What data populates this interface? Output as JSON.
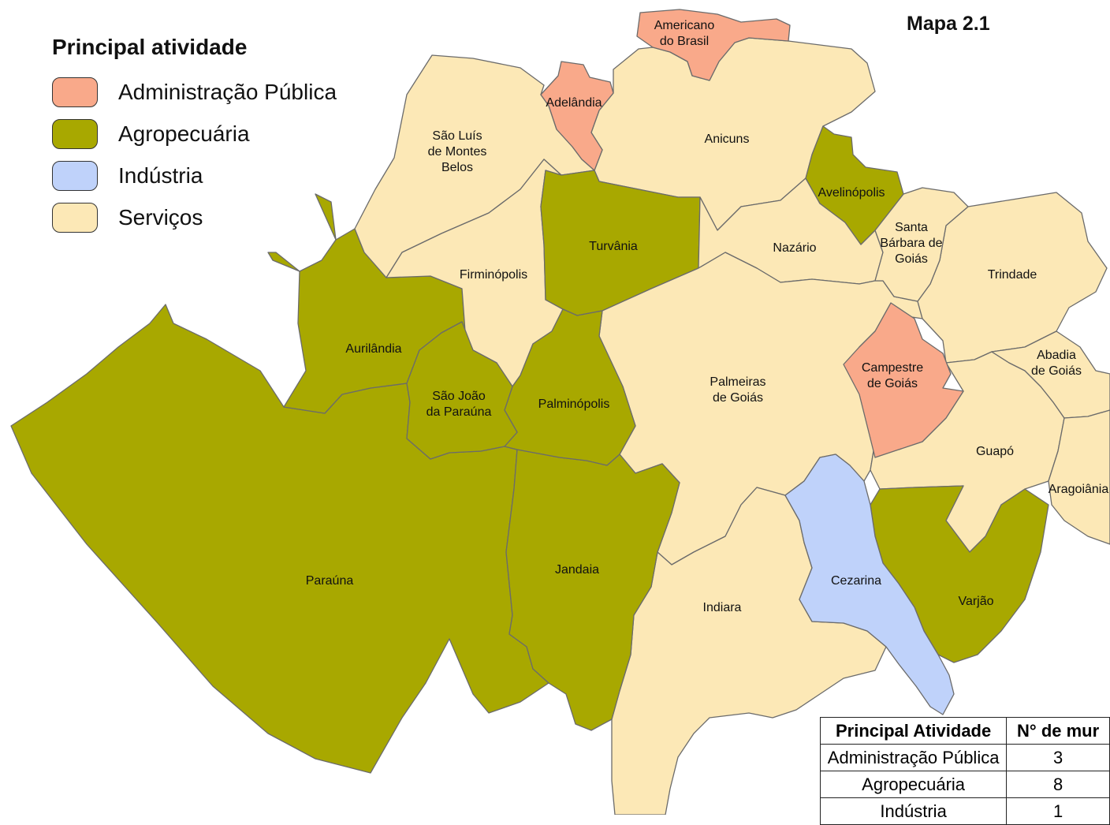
{
  "map_number": "Mapa 2.1",
  "legend": {
    "title": "Principal atividade",
    "items": [
      {
        "label": "Administração Pública",
        "color": "#F9A98A"
      },
      {
        "label": "Agropecuária",
        "color": "#A8A800"
      },
      {
        "label": "Indústria",
        "color": "#BFD2FA"
      },
      {
        "label": "Serviços",
        "color": "#FCE8B6"
      }
    ]
  },
  "municipalities": [
    {
      "name": "Americano do Brasil",
      "label_lines": [
        "Americano",
        "do Brasil"
      ],
      "activity": "Administração Pública"
    },
    {
      "name": "Adelândia",
      "label_lines": [
        "Adelândia"
      ],
      "activity": "Administração Pública"
    },
    {
      "name": "Campestre de Goiás",
      "label_lines": [
        "Campestre",
        "de Goiás"
      ],
      "activity": "Administração Pública"
    },
    {
      "name": "Avelinópolis",
      "label_lines": [
        "Avelinópolis"
      ],
      "activity": "Agropecuária"
    },
    {
      "name": "Turvânia",
      "label_lines": [
        "Turvânia"
      ],
      "activity": "Agropecuária"
    },
    {
      "name": "Aurilândia",
      "label_lines": [
        "Aurilândia"
      ],
      "activity": "Agropecuária"
    },
    {
      "name": "São João da Paraúna",
      "label_lines": [
        "São João",
        "da Paraúna"
      ],
      "activity": "Agropecuária"
    },
    {
      "name": "Palminópolis",
      "label_lines": [
        "Palminópolis"
      ],
      "activity": "Agropecuária"
    },
    {
      "name": "Paraúna",
      "label_lines": [
        "Paraúna"
      ],
      "activity": "Agropecuária"
    },
    {
      "name": "Jandaia",
      "label_lines": [
        "Jandaia"
      ],
      "activity": "Agropecuária"
    },
    {
      "name": "Varjão",
      "label_lines": [
        "Varjão"
      ],
      "activity": "Agropecuária"
    },
    {
      "name": "Cezarina",
      "label_lines": [
        "Cezarina"
      ],
      "activity": "Indústria"
    },
    {
      "name": "São Luís de Montes Belos",
      "label_lines": [
        "São Luís",
        "de Montes",
        "Belos"
      ],
      "activity": "Serviços"
    },
    {
      "name": "Anicuns",
      "label_lines": [
        "Anicuns"
      ],
      "activity": "Serviços"
    },
    {
      "name": "Firminópolis",
      "label_lines": [
        "Firminópolis"
      ],
      "activity": "Serviços"
    },
    {
      "name": "Nazário",
      "label_lines": [
        "Nazário"
      ],
      "activity": "Serviços"
    },
    {
      "name": "Santa Bárbara de Goiás",
      "label_lines": [
        "Santa",
        "Bárbara de",
        "Goiás"
      ],
      "activity": "Serviços"
    },
    {
      "name": "Trindade",
      "label_lines": [
        "Trindade"
      ],
      "activity": "Serviços"
    },
    {
      "name": "Palmeiras de Goiás",
      "label_lines": [
        "Palmeiras",
        "de Goiás"
      ],
      "activity": "Serviços"
    },
    {
      "name": "Abadia de Goiás",
      "label_lines": [
        "Abadia",
        "de Goiás"
      ],
      "activity": "Serviços"
    },
    {
      "name": "Guapó",
      "label_lines": [
        "Guapó"
      ],
      "activity": "Serviços"
    },
    {
      "name": "Aragoiânia",
      "label_lines": [
        "Aragoiânia"
      ],
      "activity": "Serviços"
    },
    {
      "name": "Indiara",
      "label_lines": [
        "Indiara"
      ],
      "activity": "Serviços"
    }
  ],
  "summary_table": {
    "headers": [
      "Principal Atividade",
      "N° de mur"
    ],
    "rows": [
      [
        "Administração Pública",
        "3"
      ],
      [
        "Agropecuária",
        "8"
      ],
      [
        "Indústria",
        "1"
      ]
    ]
  }
}
